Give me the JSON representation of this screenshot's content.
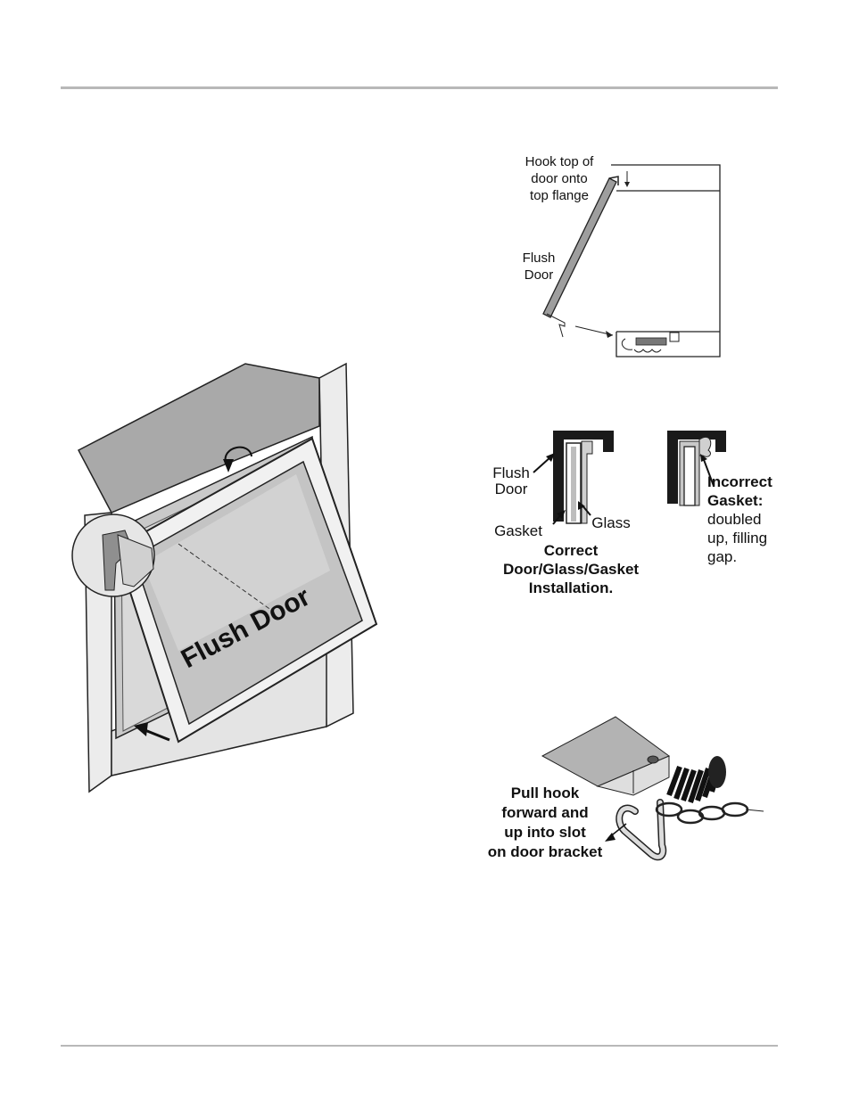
{
  "figure_main": {
    "door_label": "Flush Door"
  },
  "figure_hook_top": {
    "hook_label": "Hook top of\ndoor onto\ntop flange",
    "door_label": "Flush\nDoor"
  },
  "figure_gasket": {
    "correct_flush_door": "Flush\nDoor",
    "correct_gasket": "Gasket",
    "correct_glass": "Glass",
    "correct_caption": "Correct\nDoor/Glass/Gasket\nInstallation.",
    "incorrect_title": "Incorrect\nGasket:",
    "incorrect_desc": "doubled\nup, filling\ngap."
  },
  "figure_pull_hook": {
    "caption": "Pull hook\nforward and\nup into slot\non door bracket"
  }
}
